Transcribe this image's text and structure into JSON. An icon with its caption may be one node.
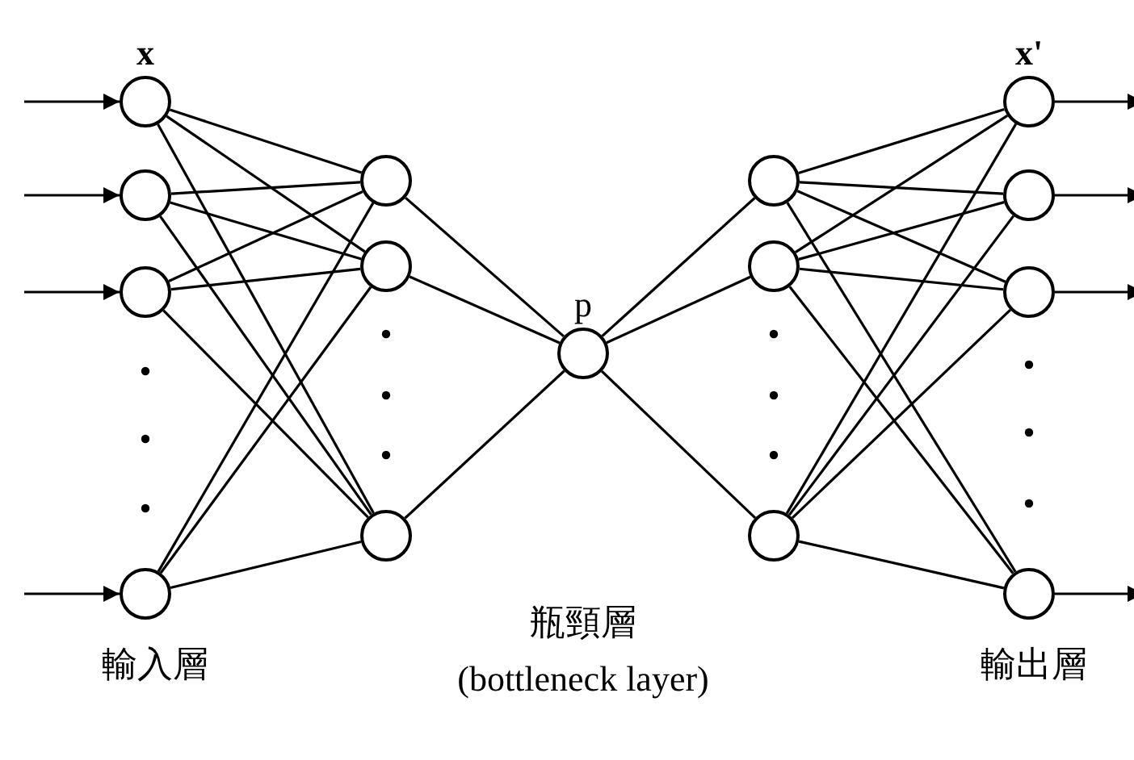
{
  "diagram": {
    "nodes": [
      {
        "text": [],
        "shape": "circle"
      },
      {
        "text": [],
        "shape": "circle"
      },
      {
        "text": [],
        "shape": "circle"
      },
      {
        "text": [],
        "shape": "circle"
      },
      {
        "text": [],
        "shape": "circle"
      },
      {
        "text": [],
        "shape": "circle"
      },
      {
        "text": [],
        "shape": "circle"
      },
      {
        "text": [],
        "shape": "circle",
        "beside": [
          "p"
        ]
      },
      {
        "text": [],
        "shape": "circle"
      },
      {
        "text": [],
        "shape": "circle"
      },
      {
        "text": [],
        "shape": "circle"
      },
      {
        "text": [],
        "shape": "circle"
      },
      {
        "text": [],
        "shape": "circle"
      },
      {
        "text": [],
        "shape": "circle"
      },
      {
        "text": [],
        "shape": "circle"
      }
    ],
    "edges": [
      {
        "from": null,
        "to": 0,
        "arrow": "to"
      },
      {
        "from": null,
        "to": 1,
        "arrow": "to"
      },
      {
        "from": null,
        "to": 2,
        "arrow": "to"
      },
      {
        "from": null,
        "to": 3,
        "arrow": "to"
      },
      {
        "from": 0,
        "to": 4,
        "arrow": "none"
      },
      {
        "from": 0,
        "to": 5,
        "arrow": "none"
      },
      {
        "from": 0,
        "to": 6,
        "arrow": "none"
      },
      {
        "from": 1,
        "to": 4,
        "arrow": "none"
      },
      {
        "from": 1,
        "to": 5,
        "arrow": "none"
      },
      {
        "from": 1,
        "to": 6,
        "arrow": "none"
      },
      {
        "from": 2,
        "to": 4,
        "arrow": "none"
      },
      {
        "from": 2,
        "to": 5,
        "arrow": "none"
      },
      {
        "from": 2,
        "to": 6,
        "arrow": "none"
      },
      {
        "from": 3,
        "to": 4,
        "arrow": "none"
      },
      {
        "from": 3,
        "to": 5,
        "arrow": "none"
      },
      {
        "from": 3,
        "to": 6,
        "arrow": "none"
      },
      {
        "from": 4,
        "to": 7,
        "arrow": "none"
      },
      {
        "from": 5,
        "to": 7,
        "arrow": "none"
      },
      {
        "from": 6,
        "to": 7,
        "arrow": "none"
      },
      {
        "from": 7,
        "to": 8,
        "arrow": "none"
      },
      {
        "from": 7,
        "to": 9,
        "arrow": "none"
      },
      {
        "from": 7,
        "to": 10,
        "arrow": "none"
      },
      {
        "from": 8,
        "to": 11,
        "arrow": "none"
      },
      {
        "from": 8,
        "to": 12,
        "arrow": "none"
      },
      {
        "from": 8,
        "to": 13,
        "arrow": "none"
      },
      {
        "from": 8,
        "to": 14,
        "arrow": "none"
      },
      {
        "from": 9,
        "to": 11,
        "arrow": "none"
      },
      {
        "from": 9,
        "to": 12,
        "arrow": "none"
      },
      {
        "from": 9,
        "to": 13,
        "arrow": "none"
      },
      {
        "from": 9,
        "to": 14,
        "arrow": "none"
      },
      {
        "from": 10,
        "to": 11,
        "arrow": "none"
      },
      {
        "from": 10,
        "to": 12,
        "arrow": "none"
      },
      {
        "from": 10,
        "to": 13,
        "arrow": "none"
      },
      {
        "from": 10,
        "to": 14,
        "arrow": "none"
      },
      {
        "from": 11,
        "to": null,
        "arrow": "to"
      },
      {
        "from": 12,
        "to": null,
        "arrow": "to"
      },
      {
        "from": 13,
        "to": null,
        "arrow": "to"
      },
      {
        "from": 14,
        "to": null,
        "arrow": "to"
      }
    ],
    "labels": [
      "x",
      "x'",
      "輸入層",
      "瓶頸層",
      "(bottleneck layer)",
      "輸出層"
    ]
  }
}
